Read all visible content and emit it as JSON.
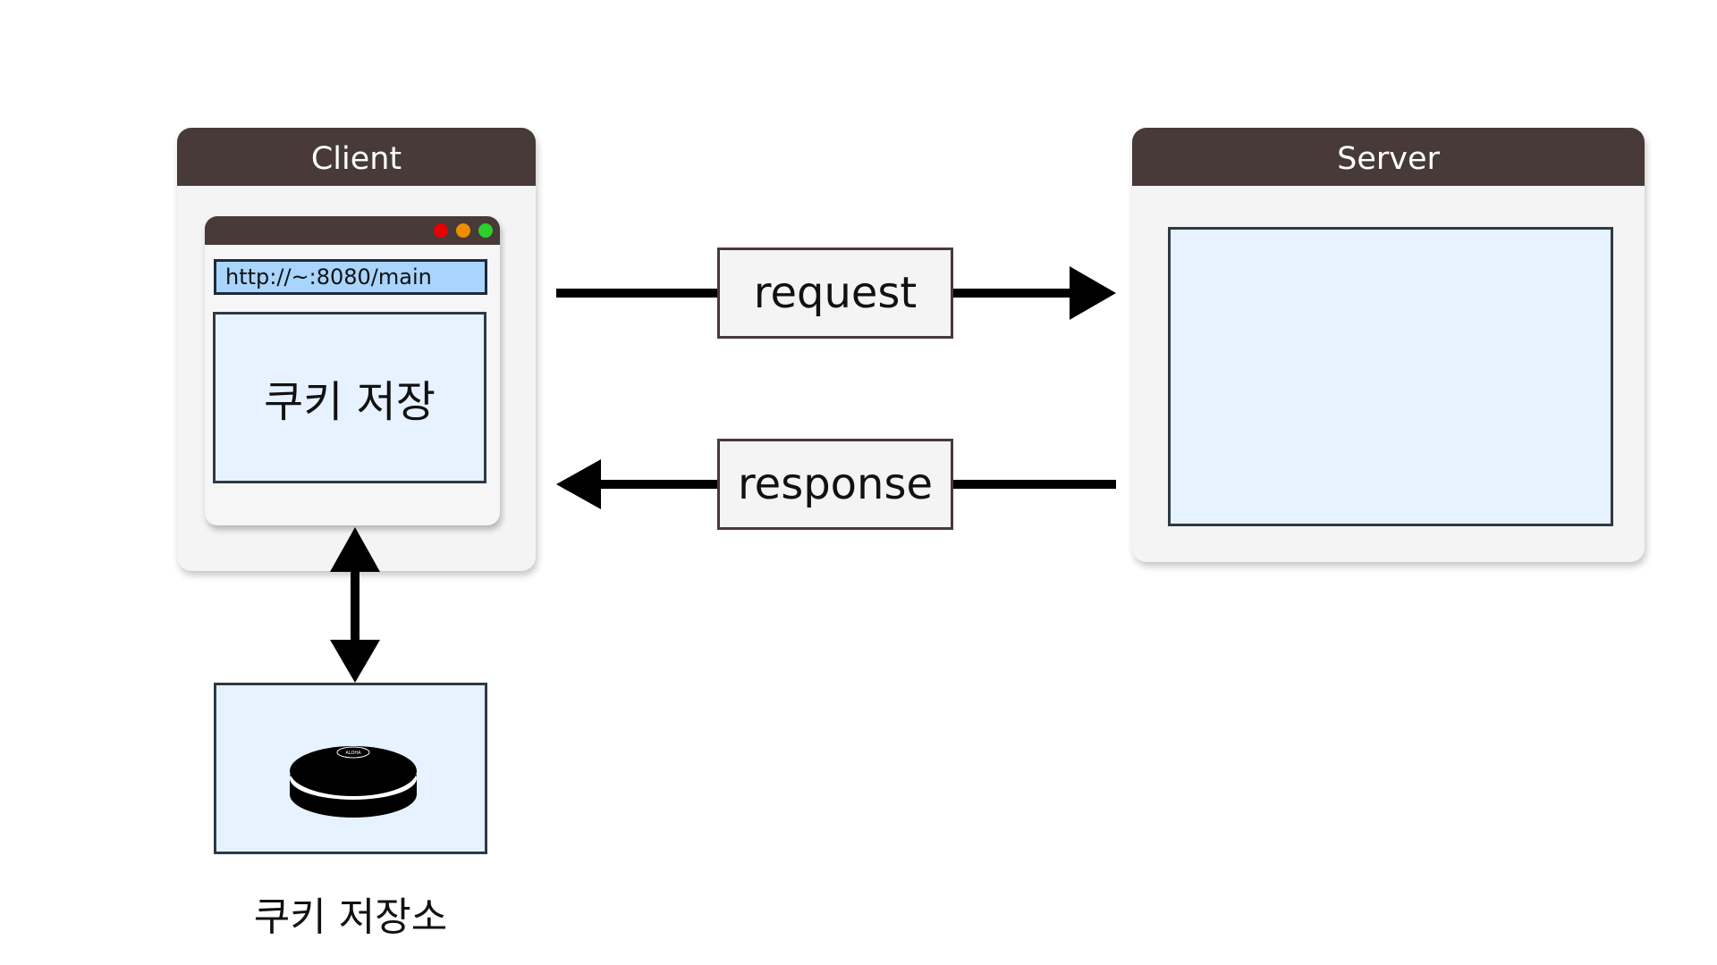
{
  "client": {
    "title": "Client",
    "browser": {
      "url": "http://~:8080/main",
      "content_text": "쿠키 저장",
      "window_dots": [
        "#e60000",
        "#f08c00",
        "#2ccf2c"
      ]
    }
  },
  "server": {
    "title": "Server"
  },
  "flows": {
    "request_label": "request",
    "response_label": "response"
  },
  "storage": {
    "label": "쿠키 저장소",
    "icon": "database-disk-icon",
    "icon_text": "ALOHA"
  },
  "colors": {
    "header": "#473a39",
    "panel": "#f4f4f4",
    "content": "#e6f2ff",
    "url_bar": "#a9d4fb"
  }
}
